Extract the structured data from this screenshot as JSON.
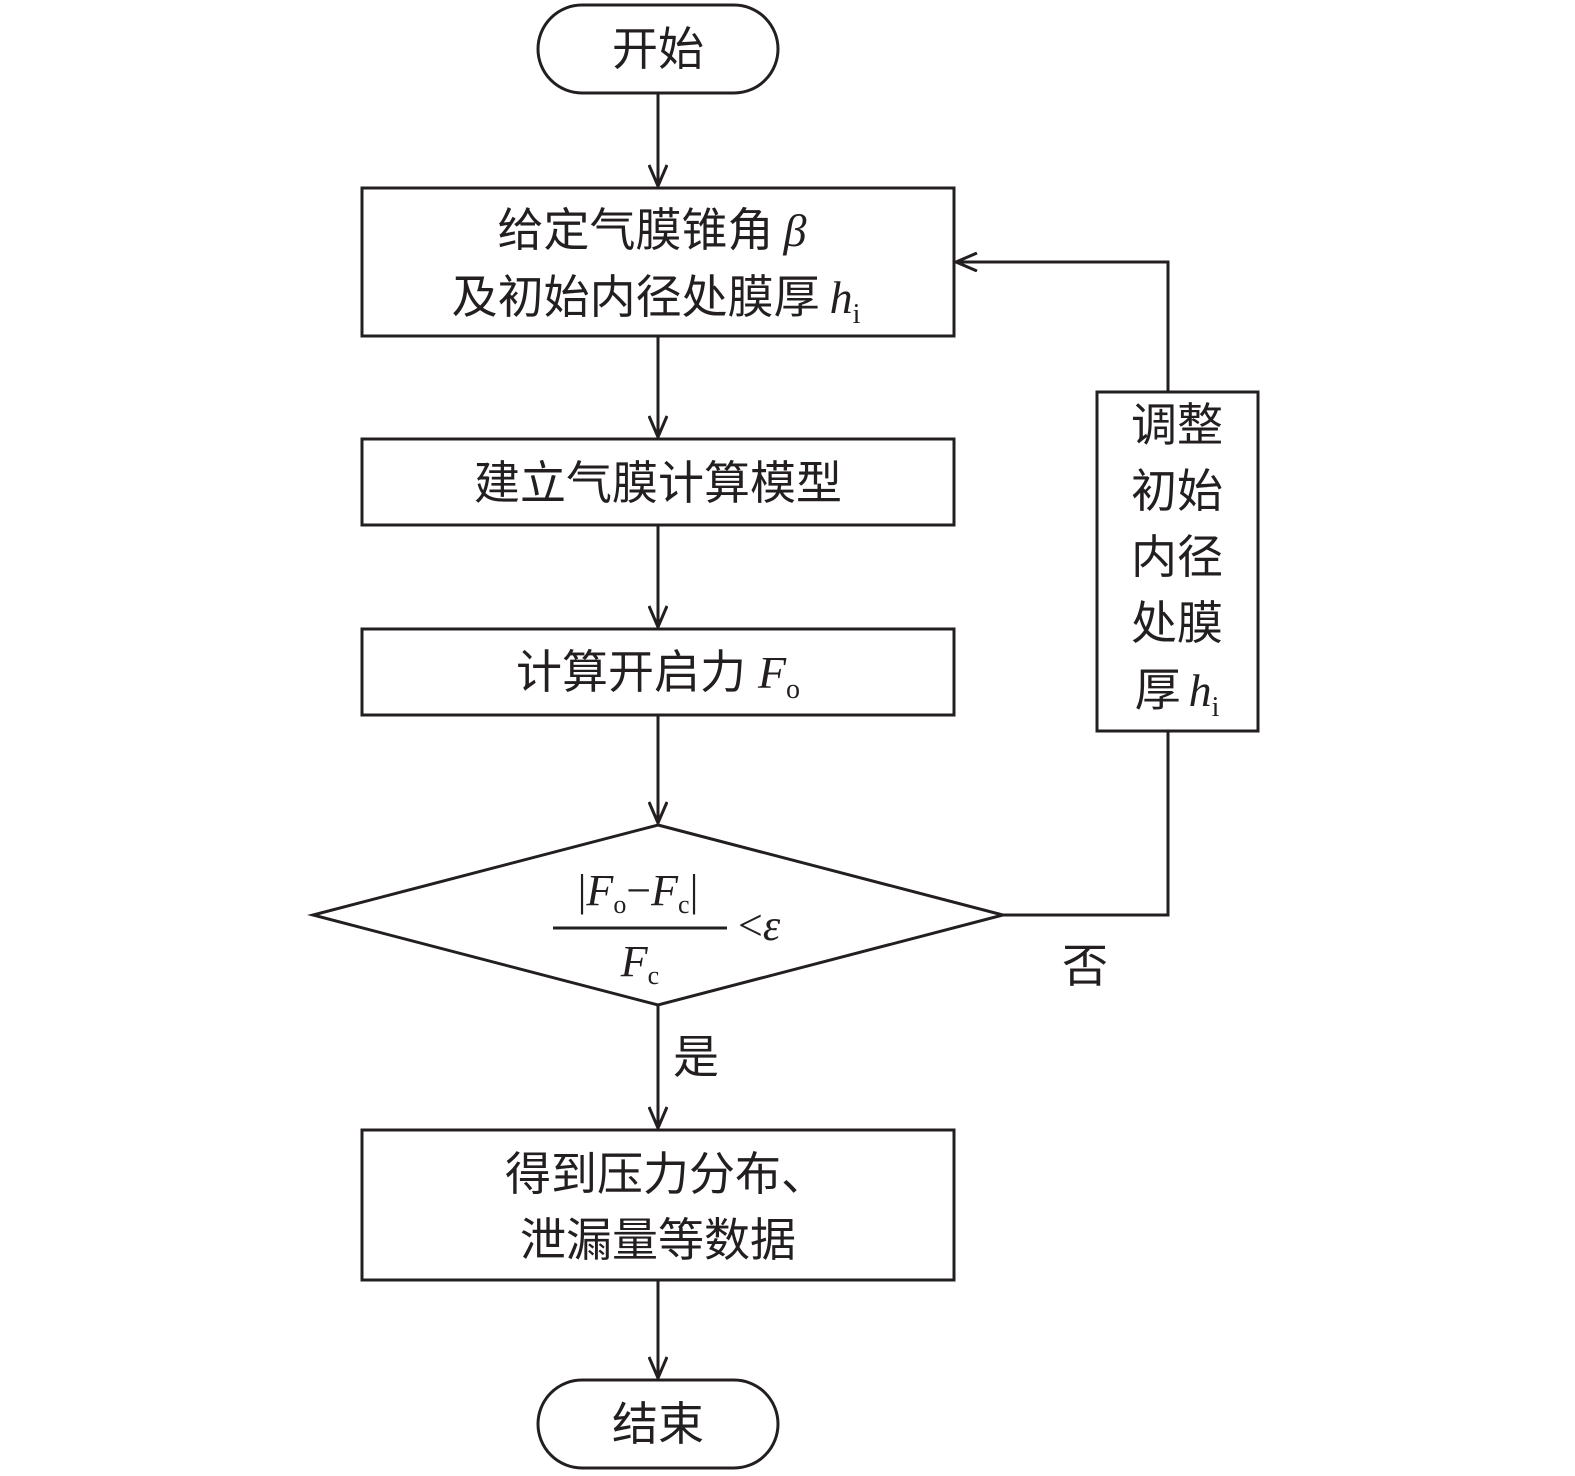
{
  "start": "开始",
  "step1": {
    "line1": "给定气膜锥角",
    "beta": "β",
    "line2": "及初始内径处膜厚",
    "h": "h",
    "h_sub": "i"
  },
  "step2": "建立气膜计算模型",
  "step3": {
    "text": "计算开启力",
    "F": "F",
    "F_sub": "o"
  },
  "decision": {
    "numerator_bar_left": "|",
    "F1": "F",
    "F1_sub": "o",
    "minus": "−",
    "F2": "F",
    "F2_sub": "c",
    "numerator_bar_right": "|",
    "den_F": "F",
    "den_sub": "c",
    "lt": "<",
    "epsilon": "ε"
  },
  "yes_label": "是",
  "no_label": "否",
  "adjust": {
    "lines": [
      "调整",
      "初始",
      "内径",
      "处膜"
    ],
    "last": "厚",
    "h": "h",
    "h_sub": "i"
  },
  "result": {
    "line1": "得到压力分布、",
    "line2": "泄漏量等数据"
  },
  "end": "结束"
}
